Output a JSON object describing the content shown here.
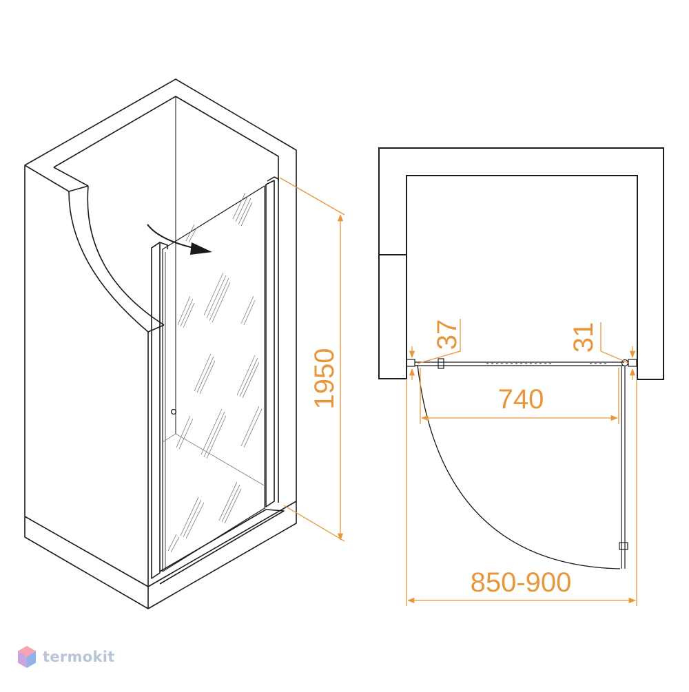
{
  "dimensions": {
    "height": "1950",
    "wall_offset_left": "37",
    "wall_offset_right": "31",
    "door_width": "740",
    "opening_width": "850-900"
  },
  "brand": {
    "name": "termokit",
    "logo_icon": "hexagon-cube-icon"
  },
  "colors": {
    "line": "#1a1a1a",
    "dimension": "#e8963c",
    "brand_text": "#b9c4d6"
  }
}
